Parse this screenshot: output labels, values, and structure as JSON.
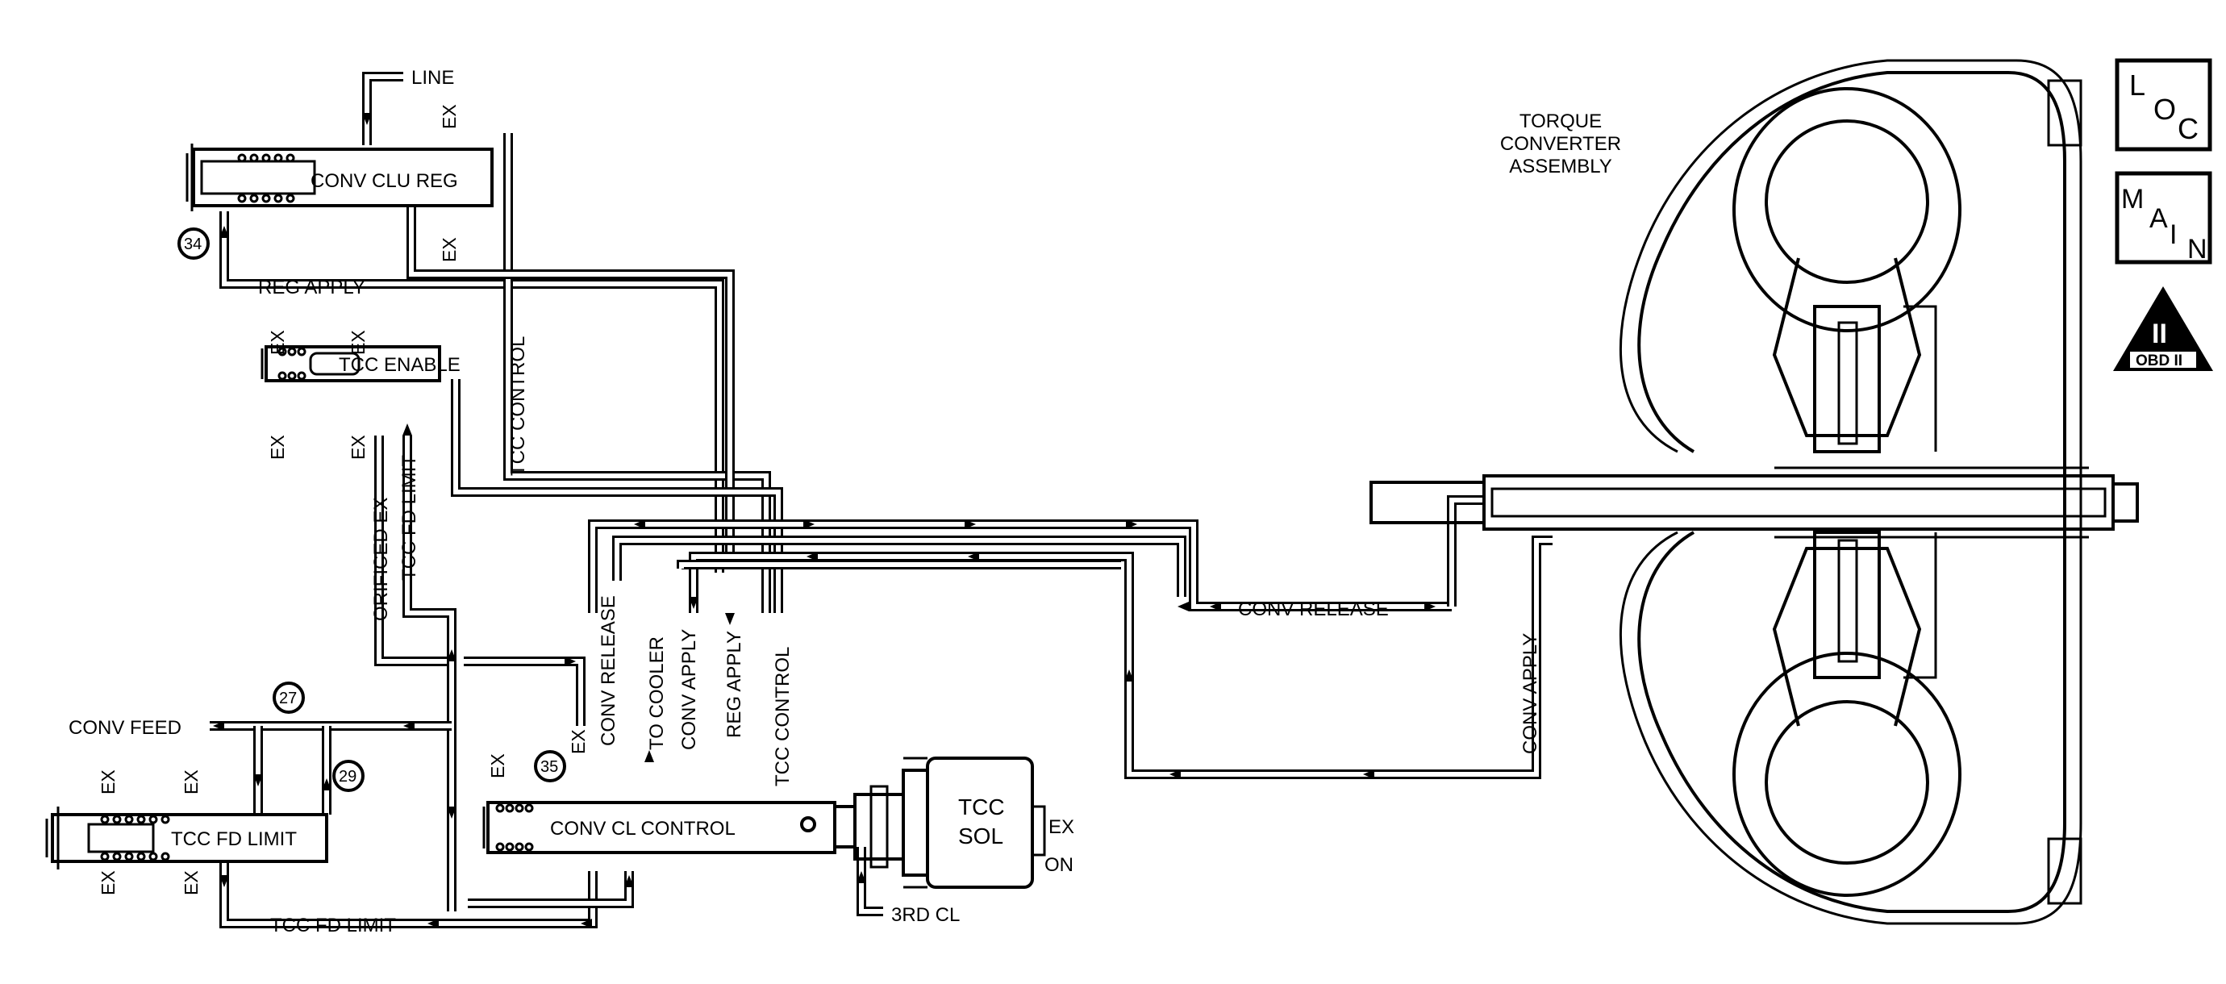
{
  "labels": {
    "line": "LINE",
    "conv_clu_reg": "CONV CLU REG",
    "reg_apply": "REG APPLY",
    "tcc_control_vertical": "TCC CONTROL",
    "tcc_enable": "TCC ENABLE",
    "orificed_ex": "ORIFICED EX",
    "tcc_fd_limit_vertical": "TCC FD LIMIT",
    "conv_release_vertical": "CONV RELEASE",
    "to_cooler": "TO COOLER",
    "conv_apply_vertical": "CONV APPLY",
    "reg_apply_vertical": "REG APPLY",
    "tcc_control_vertical_2": "TCC CONTROL",
    "conv_feed": "CONV FEED",
    "tcc_fd_limit_valve": "TCC FD LIMIT",
    "tcc_fd_limit_bottom": "TCC FD LIMIT",
    "conv_cl_control": "CONV CL CONTROL",
    "tcc_sol_line1": "TCC",
    "tcc_sol_line2": "SOL",
    "ex": "EX",
    "on": "ON",
    "third_cl": "3RD CL",
    "conv_release_right": "CONV RELEASE",
    "conv_apply_right": "CONV APPLY",
    "torque_line1": "TORQUE",
    "torque_line2": "CONVERTER",
    "torque_line3": "ASSEMBLY"
  },
  "circles": {
    "c34": "34",
    "c27": "27",
    "c29": "29",
    "c35": "35"
  },
  "badges": {
    "loc": {
      "a": "L",
      "b": "O",
      "c": "C"
    },
    "main": {
      "a": "M",
      "b": "A",
      "c": "I",
      "d": "N"
    },
    "obd": {
      "roman": "II",
      "text": "OBD II"
    }
  },
  "colors": {
    "ink": "#000000",
    "paper": "#ffffff"
  }
}
